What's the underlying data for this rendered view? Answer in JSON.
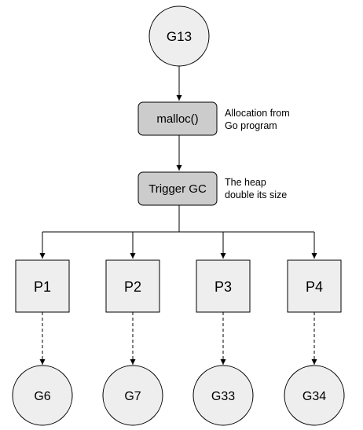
{
  "colors": {
    "circle_fill": "#eeeeee",
    "box_fill_light": "#eeeeee",
    "box_fill_dark": "#cccccc",
    "stroke": "#000000",
    "background": "#ffffff"
  },
  "nodes": {
    "g13": "G13",
    "malloc": "malloc()",
    "trigger_gc": "Trigger GC",
    "p1": "P1",
    "p2": "P2",
    "p3": "P3",
    "p4": "P4",
    "g6": "G6",
    "g7": "G7",
    "g33": "G33",
    "g34": "G34"
  },
  "notes": {
    "malloc_line1": "Allocation from",
    "malloc_line2": "Go program",
    "gc_line1": "The heap",
    "gc_line2": "double its size"
  }
}
